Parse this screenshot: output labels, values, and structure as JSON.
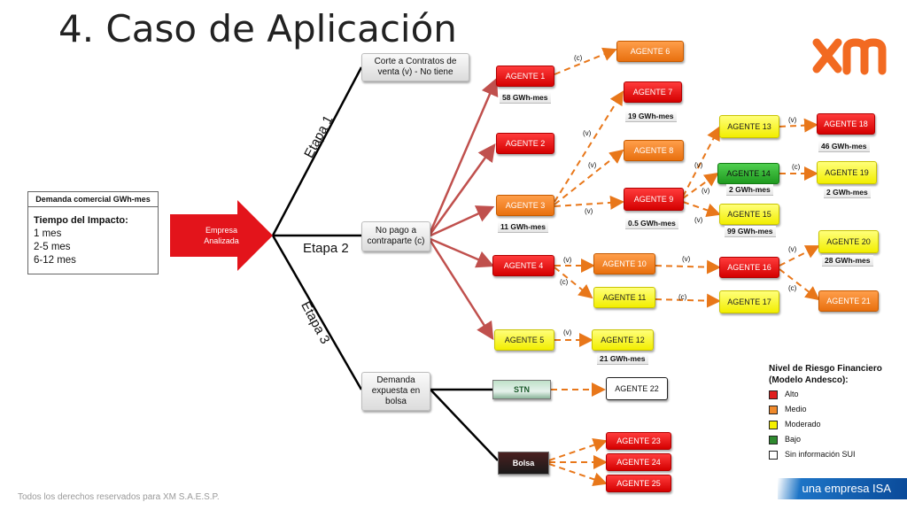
{
  "title": "4. Caso de Aplicación",
  "footer": "Todos los derechos reservados para XM S.A.E.S.P.",
  "tagline": "una empresa ISA",
  "logo": {
    "name": "xm-logo",
    "color": "#f26a21"
  },
  "time_legend": {
    "header": "Demanda comercial GWh-mes",
    "subtitle": "Tiempo del Impacto:",
    "rows": [
      {
        "label": "1 mes",
        "color": "#d9534f",
        "style": "solid"
      },
      {
        "label": "2-5 mes",
        "color": "#e8771a",
        "style": "dashed"
      },
      {
        "label": "6-12 mes",
        "color": "#999999",
        "style": "dashdot"
      }
    ]
  },
  "risk_legend": {
    "title": "Nivel de Riesgo Financiero (Modelo Andesco):",
    "items": [
      {
        "label": "Alto",
        "color": "#e0201f"
      },
      {
        "label": "Medio",
        "color": "#f08a2c"
      },
      {
        "label": "Moderado",
        "color": "#f5f000"
      },
      {
        "label": "Bajo",
        "color": "#2f8a2f"
      },
      {
        "label": "Sin información SUI",
        "color": "#ffffff"
      }
    ]
  },
  "empresa": "Empresa Analizada",
  "stages": {
    "s1": "Etapa 1",
    "s2": "Etapa 2",
    "s3": "Etapa 3"
  },
  "boxes": {
    "corte": "Corte a Contratos de venta (v) - No tiene",
    "nopago": "No pago a contraparte (c)",
    "demanda": "Demanda expuesta en bolsa"
  },
  "markets": {
    "stn": "STN",
    "bolsa": "Bolsa"
  },
  "agents": {
    "a1": "AGENTE 1",
    "a2": "AGENTE 2",
    "a3": "AGENTE 3",
    "a4": "AGENTE 4",
    "a5": "AGENTE 5",
    "a6": "AGENTE 6",
    "a7": "AGENTE 7",
    "a8": "AGENTE 8",
    "a9": "AGENTE 9",
    "a10": "AGENTE 10",
    "a11": "AGENTE 11",
    "a12": "AGENTE 12",
    "a13": "AGENTE 13",
    "a14": "AGENTE 14",
    "a15": "AGENTE 15",
    "a16": "AGENTE 16",
    "a17": "AGENTE 17",
    "a18": "AGENTE 18",
    "a19": "AGENTE 19",
    "a20": "AGENTE 20",
    "a21": "AGENTE 21",
    "a22": "AGENTE 22",
    "a23": "AGENTE 23",
    "a24": "AGENTE 24",
    "a25": "AGENTE 25"
  },
  "values": {
    "a1": "58 GWh-mes",
    "a3": "11 GWh-mes",
    "a7": "19 GWh-mes",
    "a9": "0.5 GWh-mes",
    "a12": "21 GWh-mes",
    "a14": "2 GWh-mes",
    "a15": "99 GWh-mes",
    "a18": "46 GWh-mes",
    "a19": "2 GWh-mes",
    "a20": "28 GWh-mes"
  },
  "tags": {
    "c": "(c)",
    "v": "(v)"
  }
}
